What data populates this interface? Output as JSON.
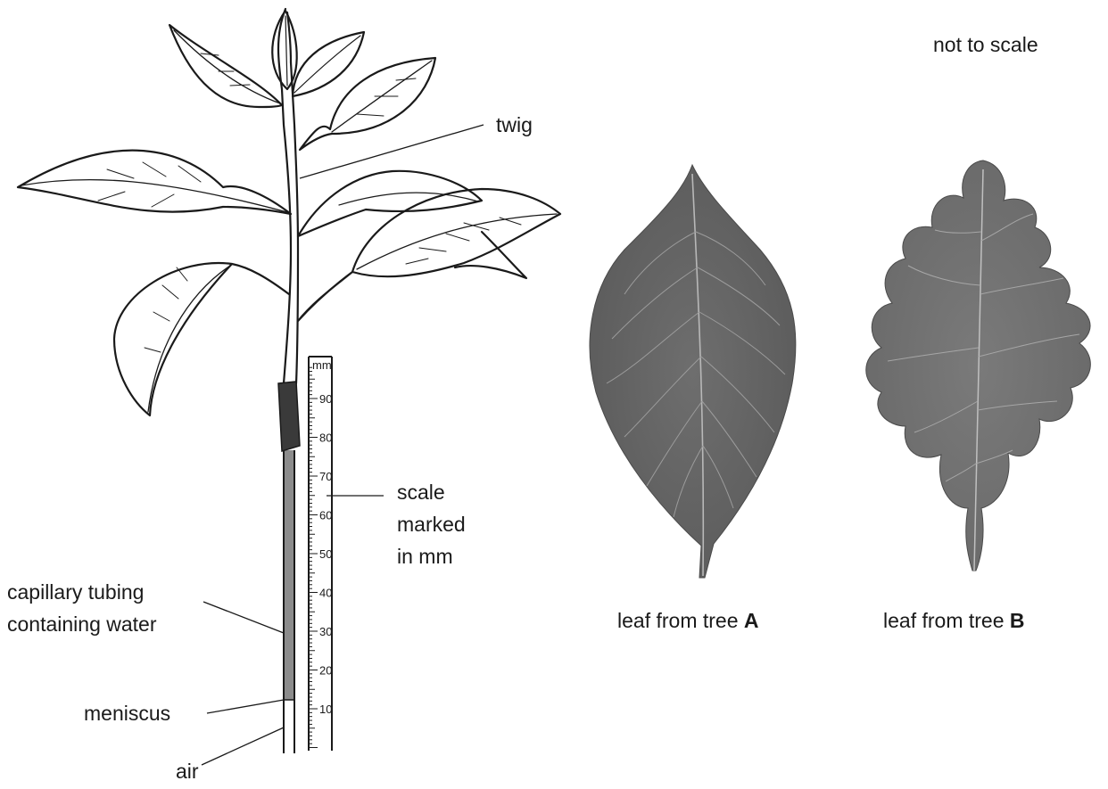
{
  "note": "not to scale",
  "labels": {
    "twig": "twig",
    "scale_line1": "scale",
    "scale_line2": "marked",
    "scale_line3": "in mm",
    "capillary_line1": "capillary tubing",
    "capillary_line2": "containing water",
    "meniscus": "meniscus",
    "air": "air"
  },
  "ruler": {
    "unit": "mm",
    "tick_labels": [
      "90",
      "80",
      "70",
      "60",
      "50",
      "40",
      "30",
      "20",
      "10"
    ]
  },
  "leaf_a": {
    "caption_prefix": "leaf from tree ",
    "caption_letter": "A"
  },
  "leaf_b": {
    "caption_prefix": "leaf from tree ",
    "caption_letter": "B"
  }
}
